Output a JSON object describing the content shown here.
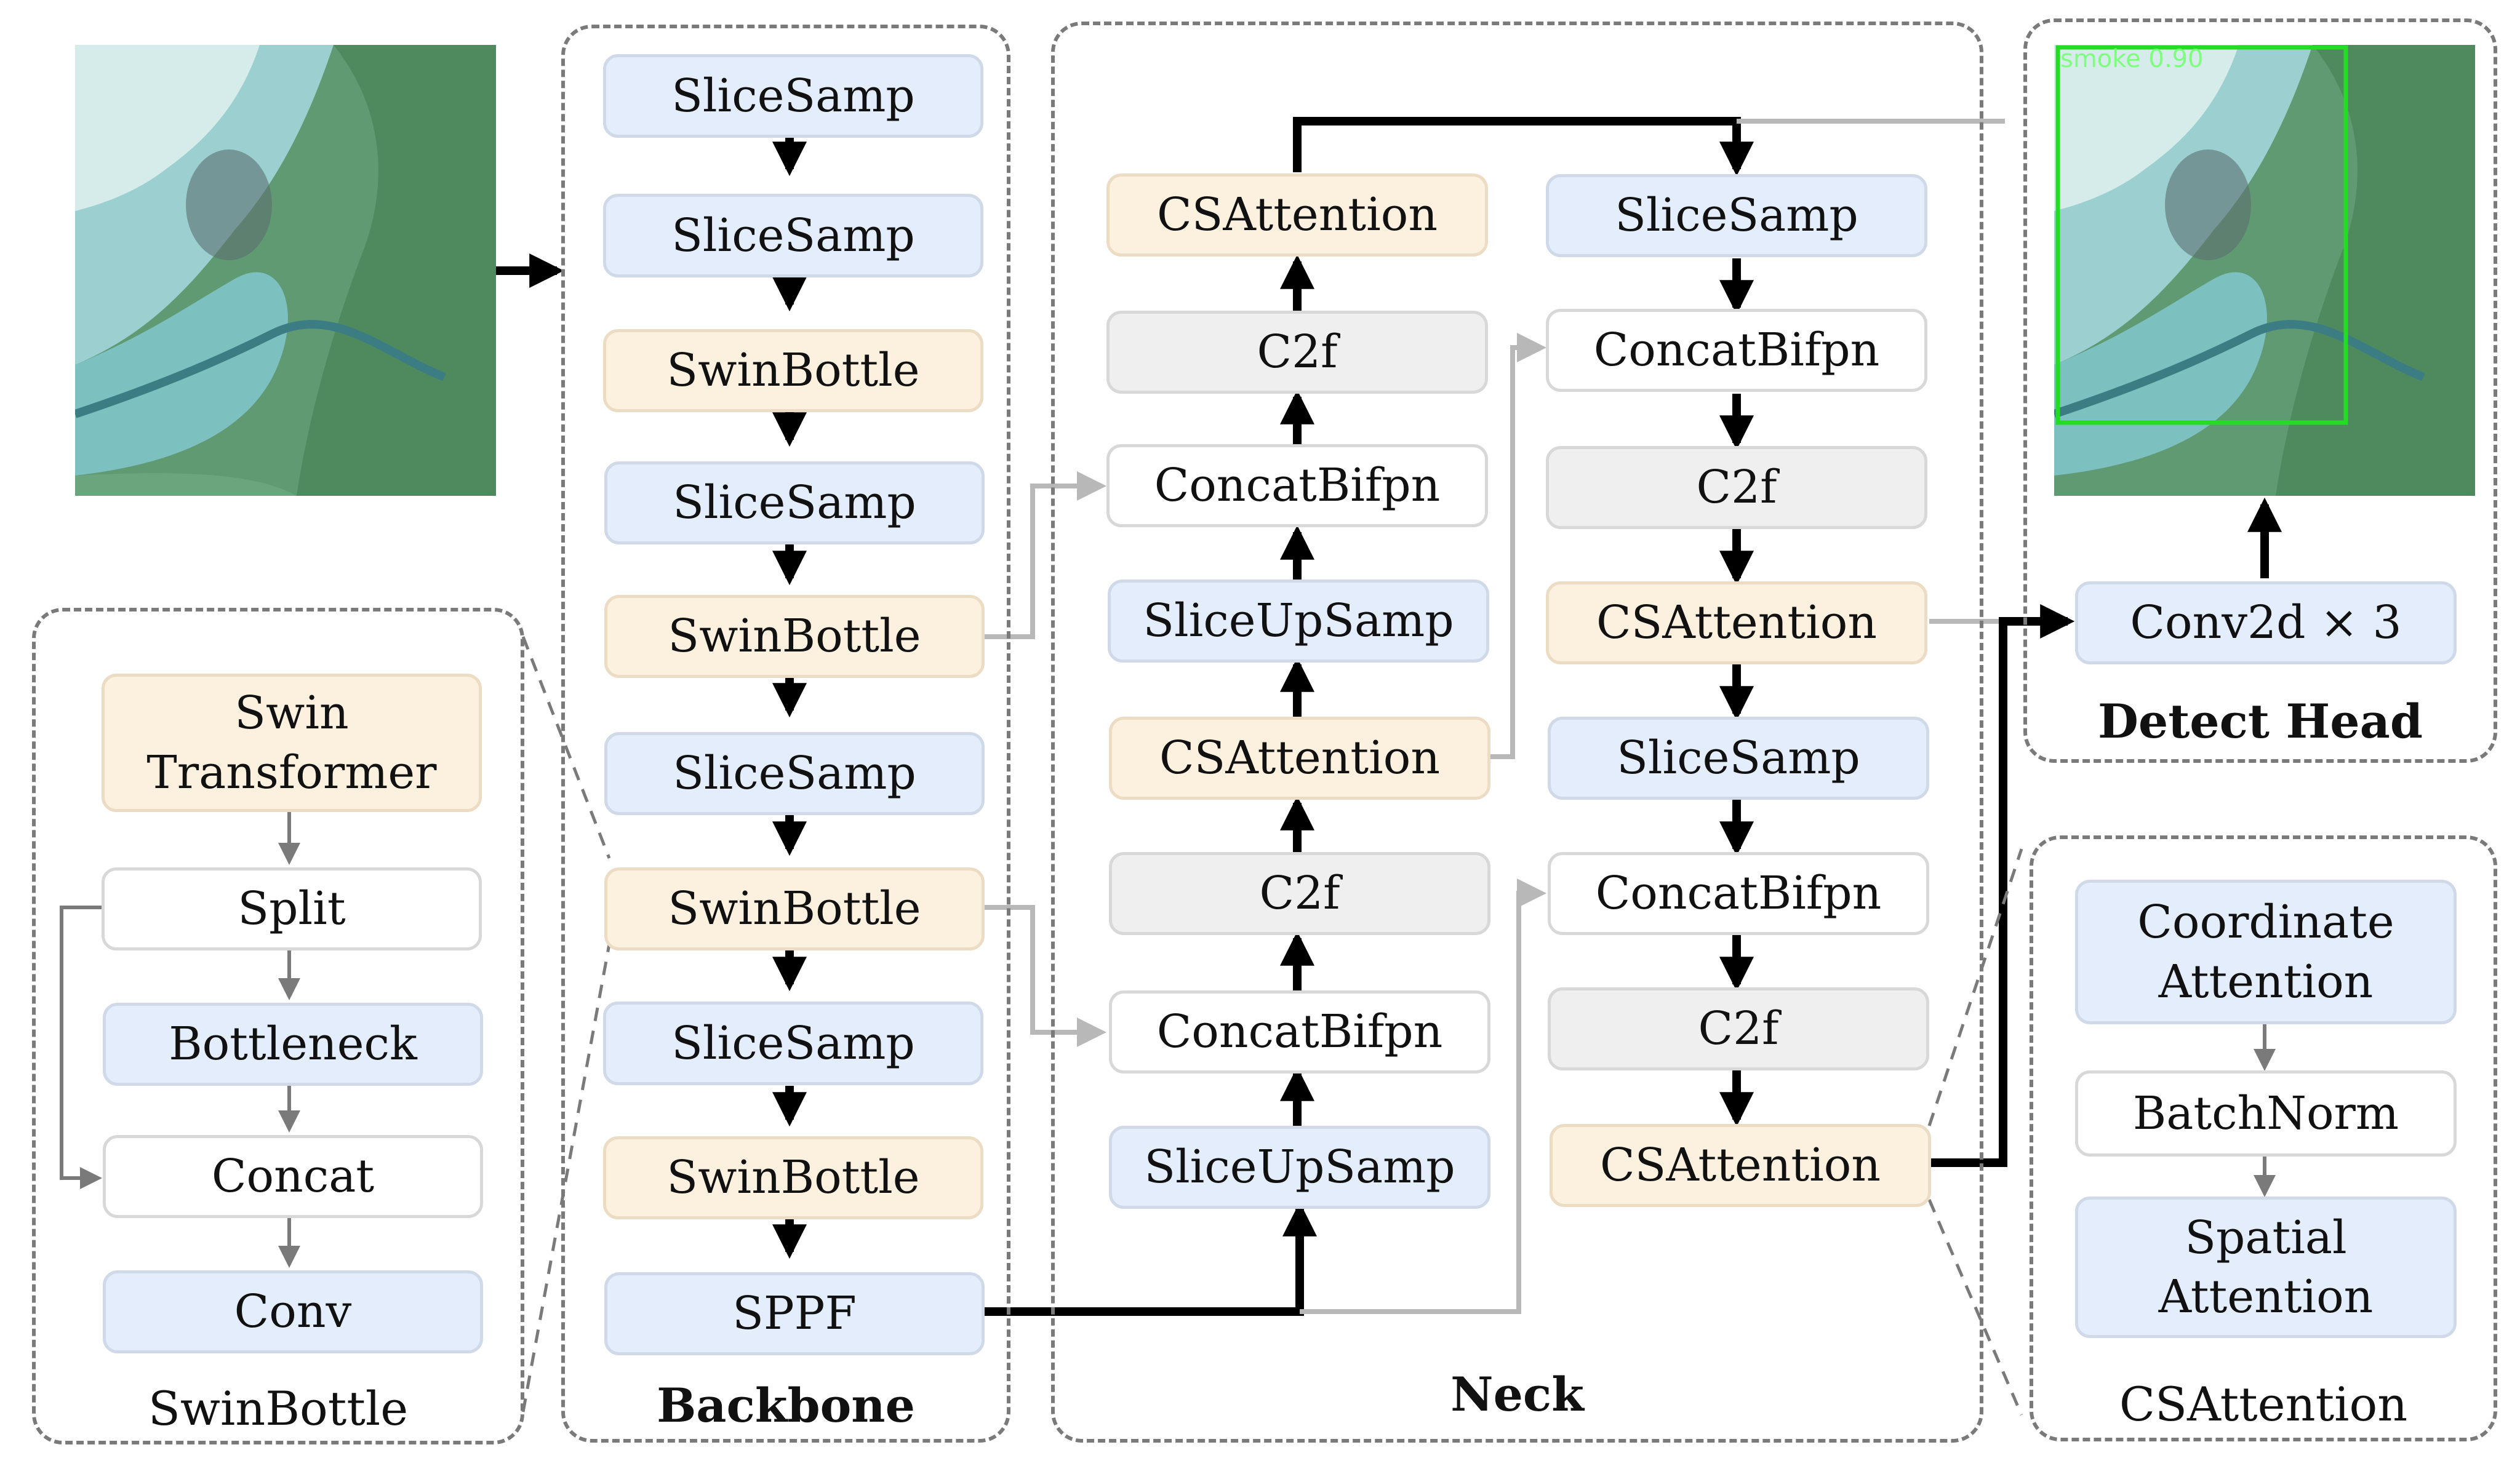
{
  "colors": {
    "blue_box": "#e3edfb",
    "orange_box": "#fcf0df",
    "gray_box": "#efefef",
    "arrow_black": "#000000",
    "arrow_gray": "#b8b8b8",
    "detect_box": "#22dd22"
  },
  "input_image": {
    "icon": "satellite-image"
  },
  "output_image": {
    "icon": "satellite-image",
    "detection_label": "smoke  0.90"
  },
  "swinbottle_panel": {
    "title": "SwinBottle",
    "blocks": [
      "Swin\nTransformer",
      "Split",
      "Bottleneck",
      "Concat",
      "Conv"
    ]
  },
  "backbone": {
    "title": "Backbone",
    "blocks": [
      "SliceSamp",
      "SliceSamp",
      "SwinBottle",
      "SliceSamp",
      "SwinBottle",
      "SliceSamp",
      "SwinBottle",
      "SliceSamp",
      "SwinBottle",
      "SPPF"
    ]
  },
  "neck": {
    "title": "Neck",
    "left_column": [
      "CSAttention",
      "C2f",
      "ConcatBifpn",
      "SliceUpSamp",
      "CSAttention",
      "C2f",
      "ConcatBifpn",
      "SliceUpSamp"
    ],
    "right_column": [
      "SliceSamp",
      "ConcatBifpn",
      "C2f",
      "CSAttention",
      "SliceSamp",
      "ConcatBifpn",
      "C2f",
      "CSAttention"
    ]
  },
  "detect_head": {
    "title": "Detect Head",
    "conv": "Conv2d × 3"
  },
  "csattention_panel": {
    "title": "CSAttention",
    "blocks": [
      "Coordinate\nAttention",
      "BatchNorm",
      "Spatial\nAttention"
    ]
  }
}
